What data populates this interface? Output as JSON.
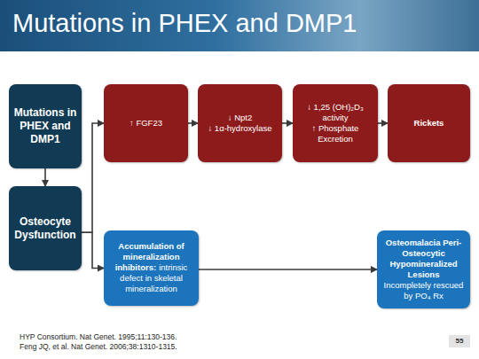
{
  "diagram": {
    "title": "Mutations in PHEX and DMP1",
    "nodes": [
      {
        "text": [
          "Mutations in PHEX and DMP1"
        ]
      },
      {
        "text": [
          "Osteocyte Dysfunction"
        ]
      },
      {
        "text": [
          "↑ FGF23"
        ]
      },
      {
        "text": [
          "↓ Npt2",
          "↓ 1α-hydroxylase"
        ]
      },
      {
        "text": [
          "↓ 1,25 (OH)₂D₃ activity",
          "↑ Phosphate Excretion"
        ]
      },
      {
        "text": [
          "Rickets"
        ]
      },
      {
        "text": [
          "Accumulation of mineralization inhibitors:",
          "intrinsic defect in skeletal mineralization"
        ]
      },
      {
        "text": [
          "Osteomalacia Peri-Osteocytic Hypomineralized Lesions",
          "Incompletely rescued by PO₄ Rx"
        ]
      }
    ],
    "edges": [
      {
        "from": 0,
        "to": 1,
        "arrow": "to"
      },
      {
        "from": 1,
        "to": 2,
        "arrow": "to"
      },
      {
        "from": 1,
        "to": 6,
        "arrow": "to"
      },
      {
        "from": 2,
        "to": 3,
        "arrow": "to"
      },
      {
        "from": 3,
        "to": 4,
        "arrow": "to"
      },
      {
        "from": 4,
        "to": 5,
        "arrow": "to"
      },
      {
        "from": 6,
        "to": 7,
        "arrow": "to"
      }
    ],
    "labels": [
      "HYP Consortium. Nat Genet. 1995;11:130-136.",
      "Feng JQ, et al. Nat Genet. 2006;38:1310-1315.",
      "55"
    ]
  }
}
